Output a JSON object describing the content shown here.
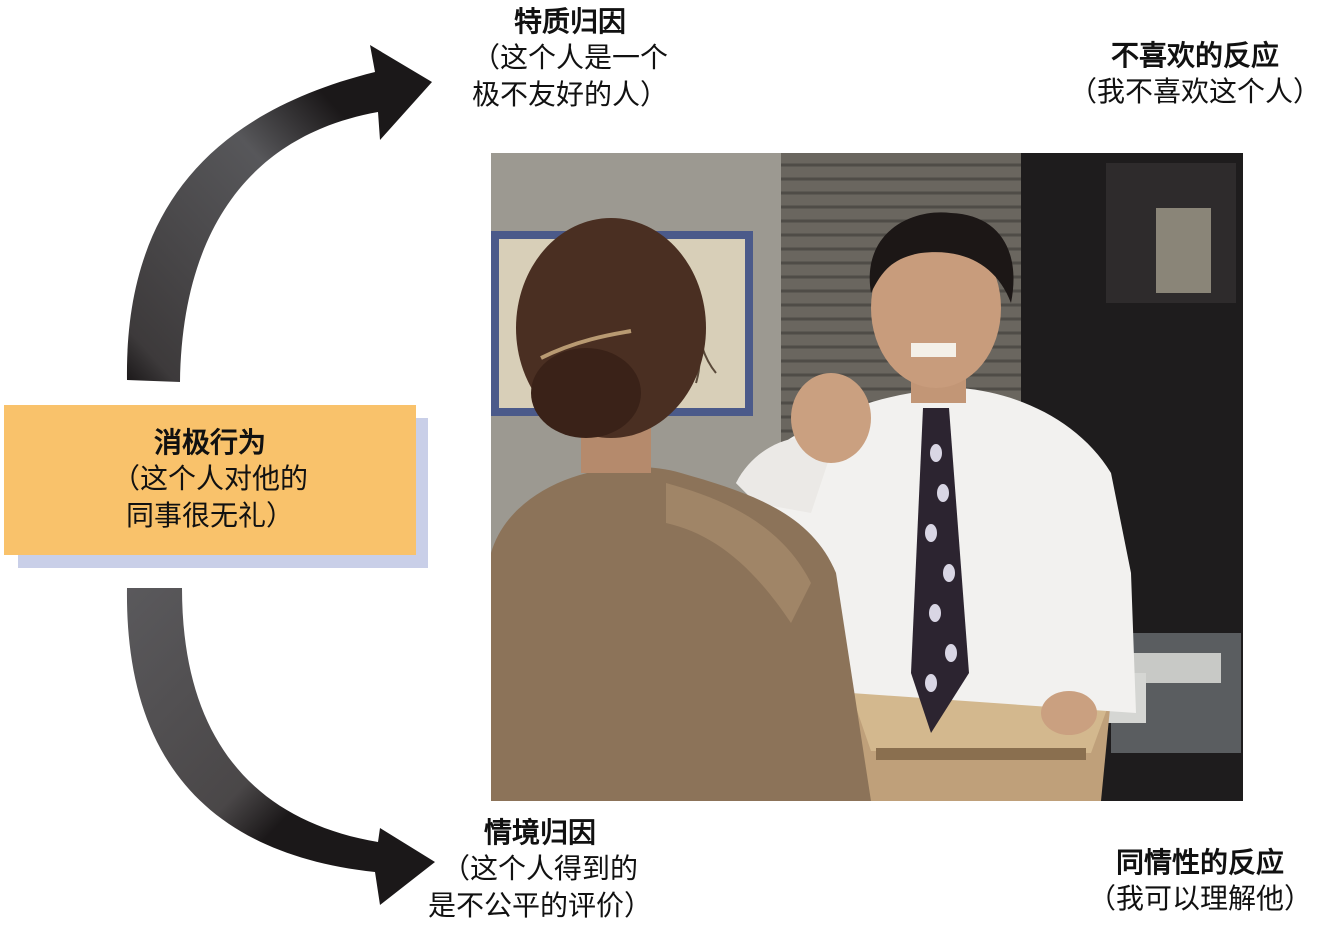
{
  "behavior": {
    "title": "消极行为",
    "line1": "（这个人对他的",
    "line2": "同事很无礼）"
  },
  "trait_attribution": {
    "title": "特质归因",
    "line1": "（这个人是一个",
    "line2": "极不友好的人）"
  },
  "situational_attribution": {
    "title": "情境归因",
    "line1": "（这个人得到的",
    "line2": "是不公平的评价）"
  },
  "dislike_reaction": {
    "title": "不喜欢的反应",
    "line1": "（我不喜欢这个人）"
  },
  "sympathy_reaction": {
    "title": "同情性的反应",
    "line1": "（我可以理解他）"
  },
  "colors": {
    "behavior_box": "#f9c26b",
    "behavior_shadow": "#c9cfe8",
    "arrow_dark": "#1b1819",
    "arrow_mid": "#4a4748"
  }
}
